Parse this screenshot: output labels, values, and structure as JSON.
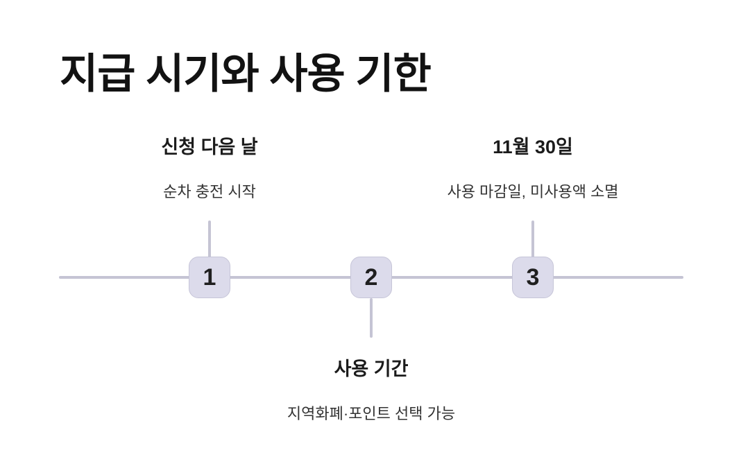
{
  "title": "지급 시기와 사용 기한",
  "timeline": {
    "milestones": [
      {
        "number": "1",
        "label": "신청 다음 날",
        "description": "순차 충전 시작",
        "label_position": "above"
      },
      {
        "number": "2",
        "label": "사용 기간",
        "description": "지역화폐·포인트 선택 가능",
        "label_position": "below"
      },
      {
        "number": "3",
        "label": "11월 30일",
        "description": "사용 마감일, 미사용액 소멸",
        "label_position": "above"
      }
    ]
  },
  "colors": {
    "background": "#ffffff",
    "node_fill": "#dcdbeb",
    "node_border": "#c6c5d8",
    "line": "#c5c4d4",
    "title_text": "#121212",
    "label_text": "#1b1b1b",
    "description_text": "#333333"
  }
}
